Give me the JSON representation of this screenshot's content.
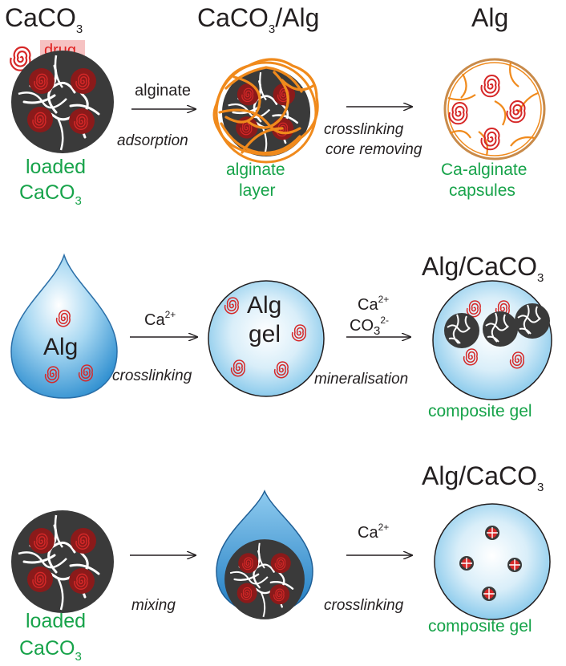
{
  "row1": {
    "title_left": "CaCO",
    "title_left_sub": "3",
    "title_mid": "CaCO",
    "title_mid_sub": "3",
    "title_mid_tail": "/Alg",
    "title_right": "Alg",
    "drug_label": "drug",
    "arrow1_top": "alginate",
    "arrow1_bottom": "adsorption",
    "arrow2_bottom_line1": "crosslinking",
    "arrow2_bottom_line2": "core removing",
    "caption_left_line1": "loaded",
    "caption_left_line2": "CaCO",
    "caption_left_sub": "3",
    "caption_mid_line1": "alginate",
    "caption_mid_line2": "layer",
    "caption_right_line1": "Ca-alginate",
    "caption_right_line2": "capsules"
  },
  "row2": {
    "drop_label": "Alg",
    "arrow1_top": "Ca",
    "arrow1_top_sup": "2+",
    "arrow1_bottom": "crosslinking",
    "gel_line1": "Alg",
    "gel_line2": "gel",
    "arrow2_top_line1": "Ca",
    "arrow2_top_line1_sup": "2+",
    "arrow2_top_line2": "CO",
    "arrow2_top_line2_sub": "3",
    "arrow2_top_line2_sup": "2-",
    "arrow2_bottom": "mineralisation",
    "title_right": "Alg/CaCO",
    "title_right_sub": "3",
    "caption_right": "composite gel"
  },
  "row3": {
    "arrow1_bottom": "mixing",
    "arrow2_top": "Ca",
    "arrow2_top_sup": "2+",
    "arrow2_bottom": "crosslinking",
    "title_right": "Alg/CaCO",
    "title_right_sub": "3",
    "caption_left_line1": "loaded",
    "caption_left_line2": "CaCO",
    "caption_left_sub": "3",
    "caption_right": "composite gel"
  },
  "colors": {
    "core": "#3a3a3a",
    "drug": "#d62828",
    "drug_fill": "#8b1a1a",
    "alginate": "#f08a1c",
    "gel_light": "#e6f3fb",
    "gel_dark": "#4aa3d8",
    "label_green": "#17a34a"
  }
}
